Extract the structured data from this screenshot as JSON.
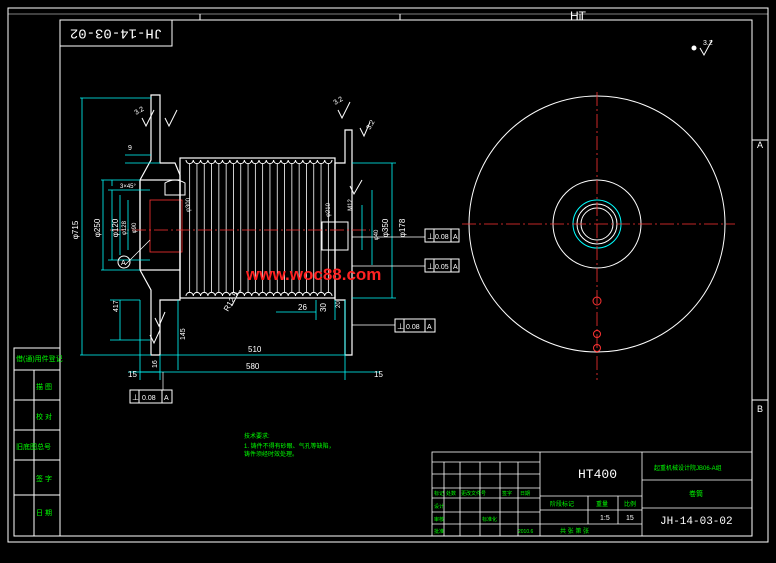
{
  "top_label": "HT",
  "corner_code": "JH-14-03-02",
  "right_zone_letters": [
    "A",
    "B"
  ],
  "watermark": "www.woc88.com",
  "roughness": {
    "top_right": "3.2",
    "flange_left": "3.2",
    "flange_right": "3.2",
    "mid": "3.2"
  },
  "dimensions": {
    "d715": "φ715",
    "d250": "φ250",
    "d120": "φ120",
    "d128": "φ128",
    "d350": "φ350",
    "d210": "φ210",
    "d90": "φ90",
    "d40": "φ40",
    "d178": "φ178",
    "d300": "φ300",
    "m12": "M12",
    "r125": "R12.5",
    "len510": "510",
    "len580": "580",
    "len15a": "15",
    "len15b": "15",
    "len16": "16",
    "len145": "145",
    "len417": "417",
    "len26": "26",
    "len30": "30",
    "len20": "20",
    "len9": "9",
    "chamfer": "3×45°"
  },
  "tolerances": [
    {
      "sym": "⊥",
      "value": "0.08",
      "datum": "A"
    },
    {
      "sym": "⊥",
      "value": "0.05",
      "datum": "A"
    },
    {
      "sym": "⊥",
      "value": "0.08",
      "datum": "A"
    },
    {
      "sym": "⊥",
      "value": "0.08",
      "datum": "A"
    }
  ],
  "tech_notes": {
    "title": "技术要求:",
    "line1": "1. 铸件不得有砂眼、气孔等缺陷，",
    "line2": "铸件须经时效处理。"
  },
  "left_strip": [
    "借(通)用件登记",
    "描 图",
    "校 对",
    "旧底图总号",
    "签 字",
    "日 期"
  ],
  "title_block": {
    "material": "HT400",
    "company": "起重机械设计院JB06-A组",
    "part_name": "卷筒",
    "drawing_no": "JH-14-03-02",
    "scale": "1:5",
    "quantity": "15",
    "h_stage": "阶段标记",
    "h_weight": "重量",
    "h_scale": "比例",
    "r_mark": "标记",
    "r_count": "处数",
    "r_file": "更改文件号",
    "r_sign": "签字",
    "r_date": "日期",
    "design": "设计",
    "check": "审核",
    "approve": "批准",
    "std": "标准化",
    "year": "2010.6",
    "sheet_text": "共 张 第 张"
  }
}
